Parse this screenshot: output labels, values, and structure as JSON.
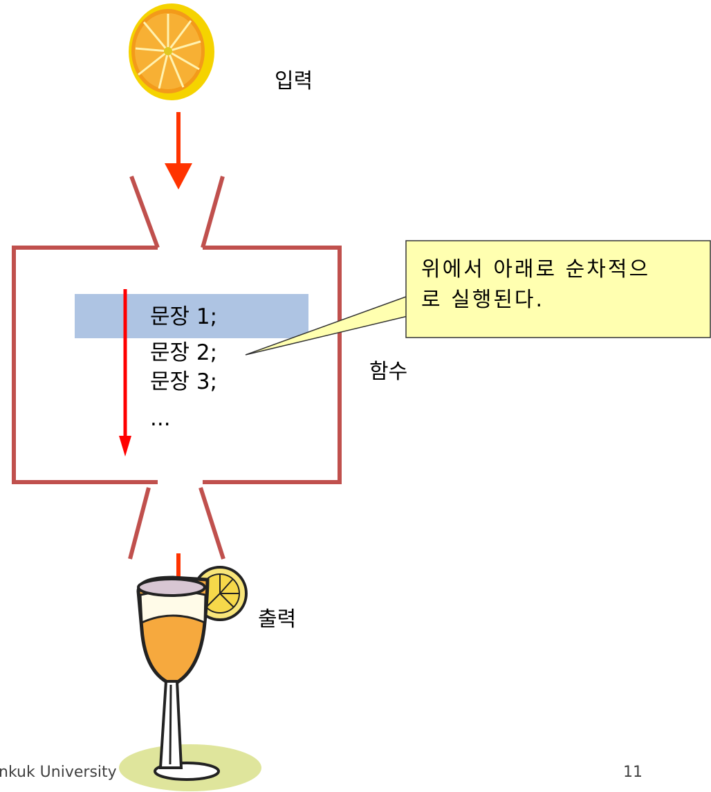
{
  "labels": {
    "input": "입력",
    "output": "출력",
    "function": "함수"
  },
  "statements": [
    "문장 1;",
    "문장 2;",
    "문장 3;",
    "..."
  ],
  "callout": {
    "line1": "위에서 아래로 순차적으",
    "line2": "로 실행된다."
  },
  "footer": {
    "university": "nkuk University",
    "page_number": "11"
  },
  "colors": {
    "box": "#c0504d",
    "arrow": "#ff3300",
    "flow_arrow": "#ff0000",
    "highlight": "#9ab5dc",
    "callout_fill": "#ffffb0",
    "orange": "#f7a81b"
  },
  "icons": {
    "input": "orange-slice-icon",
    "output": "cocktail-glass-icon"
  }
}
